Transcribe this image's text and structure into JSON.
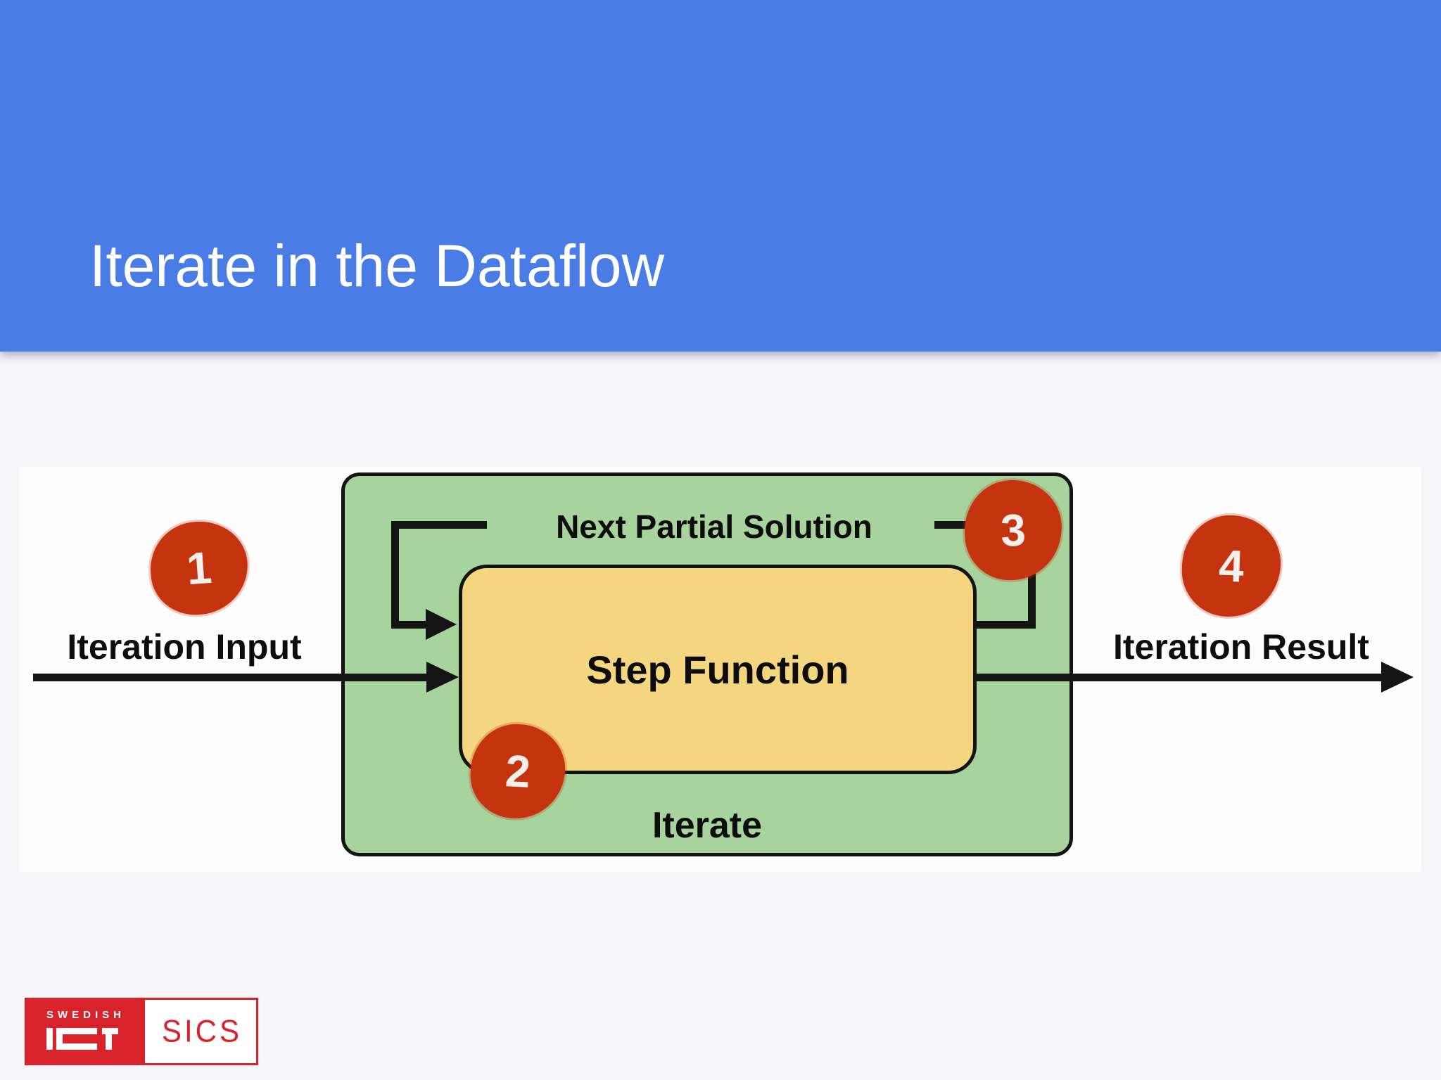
{
  "header": {
    "title": "Iterate in the Dataflow"
  },
  "diagram": {
    "input_label": "Iteration Input",
    "output_label": "Iteration Result",
    "feedback_label": "Next Partial Solution",
    "step_label": "Step Function",
    "loop_label": "Iterate",
    "badges": [
      {
        "number": "1"
      },
      {
        "number": "2"
      },
      {
        "number": "3"
      },
      {
        "number": "4"
      }
    ]
  },
  "logo": {
    "top_text": "SWEDISH",
    "glyph_label": "ICT",
    "sics": "SICS"
  },
  "colors": {
    "header_blue": "#4a7ce6",
    "page_bg": "#f6f5f8",
    "panel_bg": "#fdfdfd",
    "loop_green": "#a6d49c",
    "step_yellow": "#f4d680",
    "badge_red": "#c5330f",
    "line_black": "#141414",
    "logo_red": "#d8232a"
  }
}
